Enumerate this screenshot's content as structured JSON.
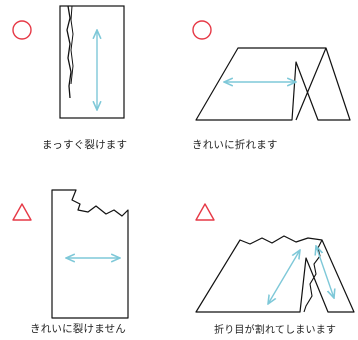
{
  "panels": [
    {
      "id": "tear-good",
      "rating": "○",
      "rating_name": "circle",
      "caption": "まっすぐ裂けます"
    },
    {
      "id": "fold-good",
      "rating": "○",
      "rating_name": "circle",
      "caption": "きれいに折れます"
    },
    {
      "id": "tear-fair",
      "rating": "△",
      "rating_name": "triangle",
      "caption": "きれいに裂けません"
    },
    {
      "id": "fold-fair",
      "rating": "△",
      "rating_name": "triangle",
      "caption": "折り目が割れてしまいます"
    }
  ],
  "colors": {
    "rating": "#e63946",
    "arrow": "#7ec8d8",
    "line": "#111111"
  }
}
